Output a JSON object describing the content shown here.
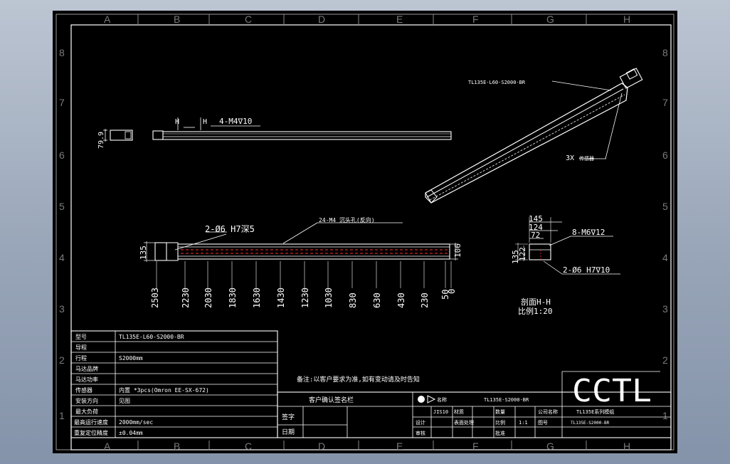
{
  "sheet": {
    "col_labels": [
      "A",
      "B",
      "C",
      "D",
      "E",
      "F",
      "G",
      "H"
    ],
    "row_labels": [
      "8",
      "7",
      "6",
      "5",
      "4",
      "3",
      "2",
      "1"
    ]
  },
  "iso_view": {
    "model_label": "TL135E-L60-S2000-BR",
    "count_label": "3X"
  },
  "top_view": {
    "height_dim": "79.9",
    "section_mark": "H",
    "hole_note": "4-M4∇10"
  },
  "front_view": {
    "pin_note": "2-Ø6 H7深5",
    "tap_note": "24-M4 沉头孔(反向)",
    "height_left": "135",
    "height_right": "106",
    "positions": [
      "2503",
      "2230",
      "2030",
      "1830",
      "1630",
      "1430",
      "1230",
      "1030",
      "830",
      "630",
      "430",
      "230",
      "50",
      "0"
    ]
  },
  "section_view": {
    "dim_145": "145",
    "dim_124": "124",
    "dim_72": "72",
    "dim_135": "135",
    "dim_122": "122",
    "thread_note": "8-M6∇12",
    "pin_note": "2-Ø6 H7∇10",
    "title": "剖面H-H",
    "scale": "比例1:20"
  },
  "notes": {
    "remark": "备注:以客户要求为准,如有变动请及时告知"
  },
  "spec_table": {
    "rows": [
      {
        "label": "型号",
        "value": "TL135E-L60-S2000-BR"
      },
      {
        "label": "导程",
        "value": ""
      },
      {
        "label": "行程",
        "value": "S2000mm"
      },
      {
        "label": "马达品牌",
        "value": ""
      },
      {
        "label": "马达功率",
        "value": ""
      },
      {
        "label": "传感器",
        "value": "内置 *3pcs(Omron EE-SX-672)"
      },
      {
        "label": "安装方向",
        "value": "见图"
      },
      {
        "label": "最大负荷",
        "value": ""
      },
      {
        "label": "最高运行速度",
        "value": "2000mm/sec"
      },
      {
        "label": "重复定位精度",
        "value": "±0.04mm"
      }
    ]
  },
  "title_block": {
    "confirm_header": "客户确认签名栏",
    "sign_label": "签字",
    "date_label": "日期",
    "drawing_name_label": "名称",
    "drawing_name": "TL135E-S2000-BR",
    "version": "JIS10",
    "material_label": "材质",
    "process_label": "表面处理",
    "qty_label": "数量",
    "scale_label": "比例",
    "scale_value": "1:1",
    "designer_label": "设计",
    "checker_label": "审核",
    "approver_label": "批准",
    "company_logo": "CCTL",
    "company_name_label": "公司名称",
    "company_name": "TL135E系列模组",
    "drawing_no_label": "图号",
    "drawing_no": "TL135E-S2000-BR"
  }
}
